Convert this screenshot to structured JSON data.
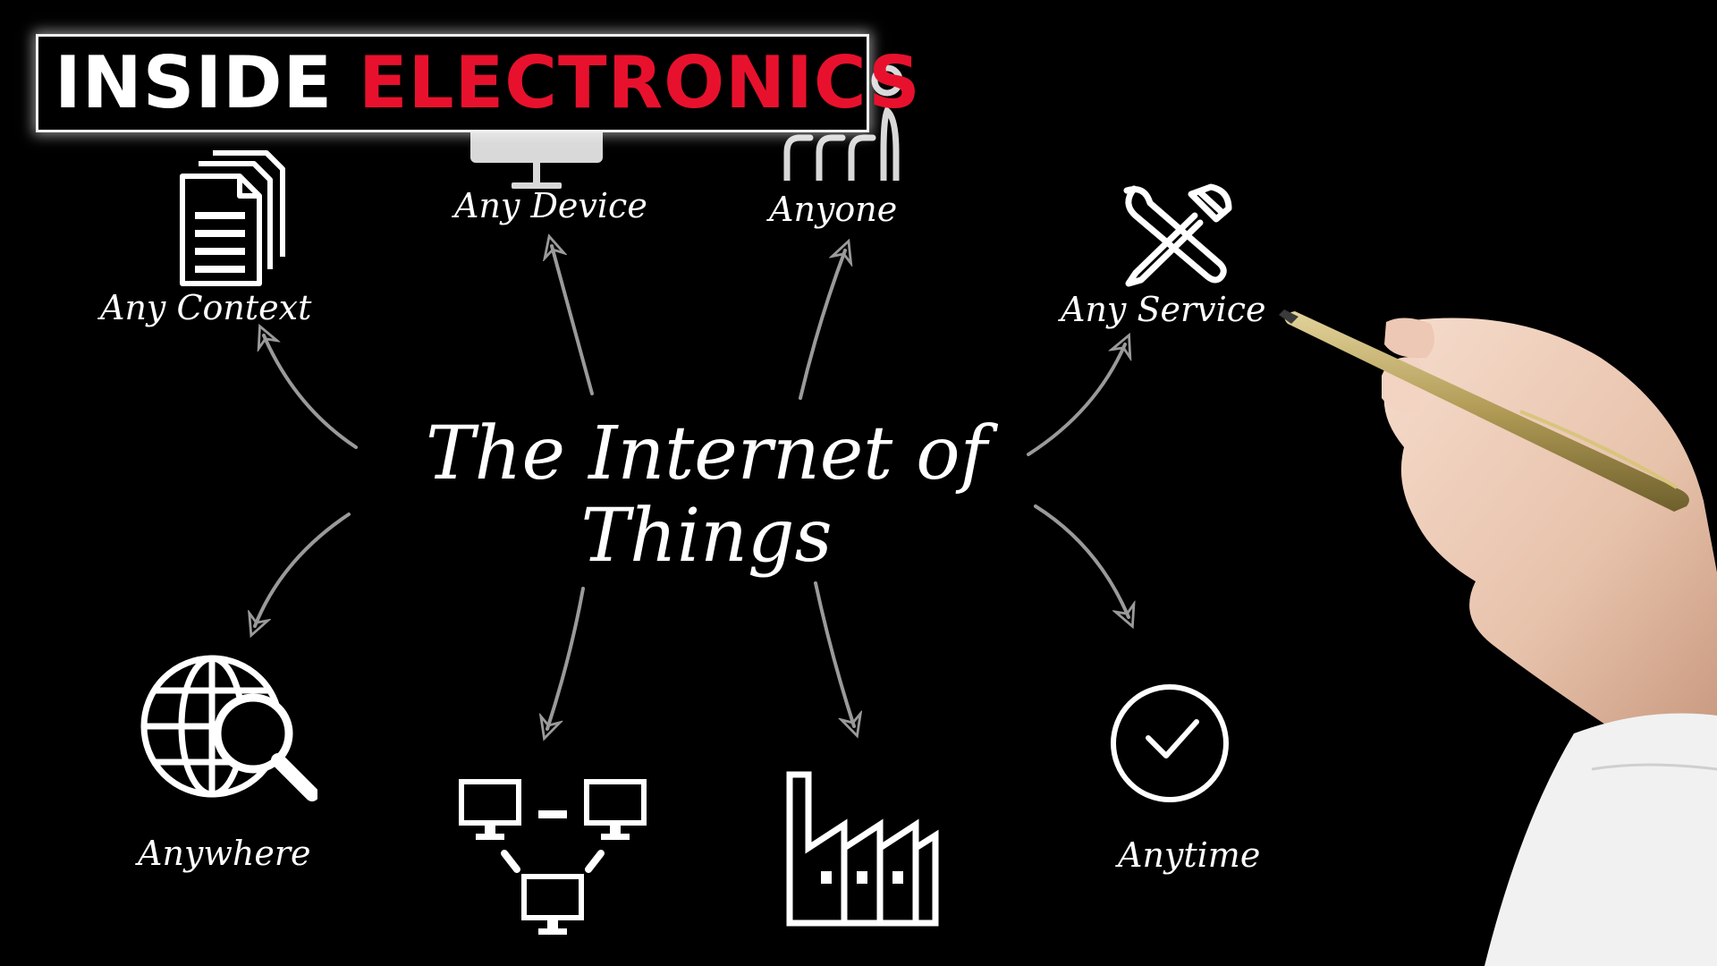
{
  "brand": {
    "word1": "INSIDE",
    "word2": "ELECTRONICS"
  },
  "title": {
    "line1": "The Internet of",
    "line2": "Things"
  },
  "nodes": {
    "any_context": "Any Context",
    "any_device": "Any Device",
    "anyone": "Anyone",
    "any_service": "Any Service",
    "anywhere": "Anywhere",
    "anytime": "Anytime"
  },
  "icons": {
    "any_context": "documents-icon",
    "any_device": "monitor-icon",
    "anyone": "people-icon",
    "any_service": "tools-icon",
    "anywhere": "globe-search-icon",
    "anytime": "clock-icon",
    "any_network": "network-icon",
    "any_business": "factory-icon"
  },
  "colors": {
    "background": "#000000",
    "text": "#ffffff",
    "brand_red": "#e8112d",
    "arrow": "#9a9a9a"
  }
}
